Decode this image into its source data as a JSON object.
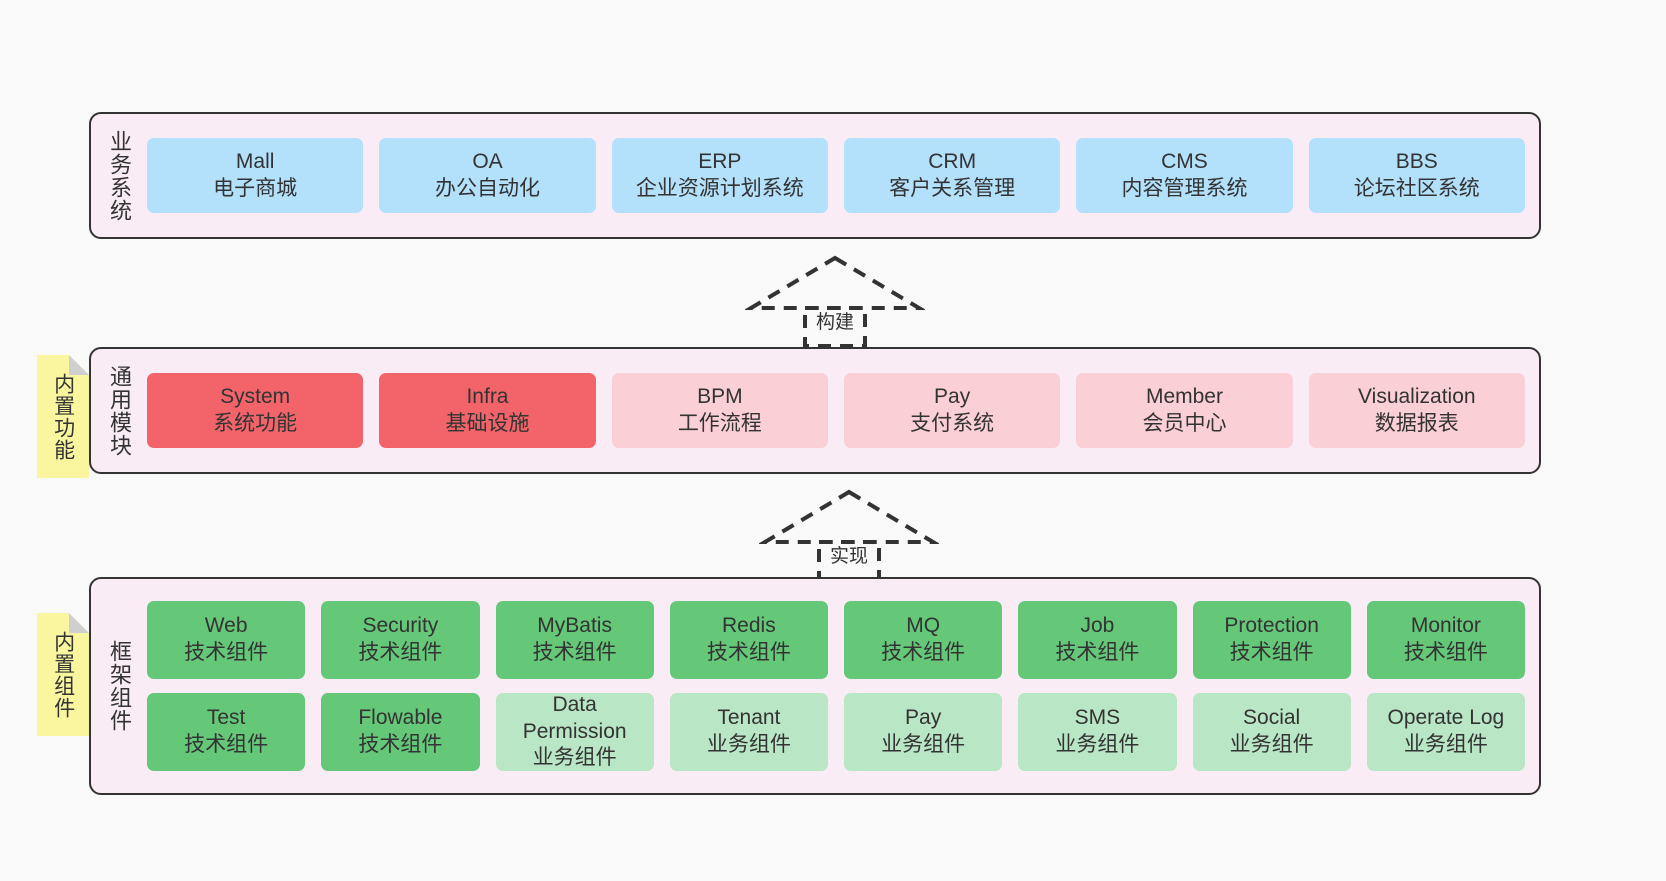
{
  "diagram": {
    "background_color": "#f9f9f9",
    "layer_fill": "#f9ecf5",
    "layer_border": "#333333",
    "note_fill": "#faf6a0"
  },
  "layers": [
    {
      "id": "business",
      "title": "业务系统",
      "rows": [
        {
          "nodes": [
            {
              "name": "Mall",
              "sub": "电子商城",
              "color": "#b3e0fb",
              "style": "n-blue"
            },
            {
              "name": "OA",
              "sub": "办公自动化",
              "color": "#b3e0fb",
              "style": "n-blue"
            },
            {
              "name": "ERP",
              "sub": "企业资源计划系统",
              "color": "#b3e0fb",
              "style": "n-blue"
            },
            {
              "name": "CRM",
              "sub": "客户关系管理",
              "color": "#b3e0fb",
              "style": "n-blue"
            },
            {
              "name": "CMS",
              "sub": "内容管理系统",
              "color": "#b3e0fb",
              "style": "n-blue"
            },
            {
              "name": "BBS",
              "sub": "论坛社区系统",
              "color": "#b3e0fb",
              "style": "n-blue"
            }
          ]
        }
      ]
    },
    {
      "id": "common",
      "title": "通用模块",
      "note": "内置功能",
      "rows": [
        {
          "nodes": [
            {
              "name": "System",
              "sub": "系统功能",
              "color": "#f2646a",
              "style": "n-red"
            },
            {
              "name": "Infra",
              "sub": "基础设施",
              "color": "#f2646a",
              "style": "n-red"
            },
            {
              "name": "BPM",
              "sub": "工作流程",
              "color": "#fbcfd6",
              "style": "n-pink"
            },
            {
              "name": "Pay",
              "sub": "支付系统",
              "color": "#fbcfd6",
              "style": "n-pink"
            },
            {
              "name": "Member",
              "sub": "会员中心",
              "color": "#fbcfd6",
              "style": "n-pink"
            },
            {
              "name": "Visualization",
              "sub": "数据报表",
              "color": "#fbcfd6",
              "style": "n-pink"
            }
          ]
        }
      ]
    },
    {
      "id": "framework",
      "title": "框架组件",
      "note": "内置组件",
      "rows": [
        {
          "nodes": [
            {
              "name": "Web",
              "sub": "技术组件",
              "color": "#64c878",
              "style": "n-green"
            },
            {
              "name": "Security",
              "sub": "技术组件",
              "color": "#64c878",
              "style": "n-green"
            },
            {
              "name": "MyBatis",
              "sub": "技术组件",
              "color": "#64c878",
              "style": "n-green"
            },
            {
              "name": "Redis",
              "sub": "技术组件",
              "color": "#64c878",
              "style": "n-green"
            },
            {
              "name": "MQ",
              "sub": "技术组件",
              "color": "#64c878",
              "style": "n-green"
            },
            {
              "name": "Job",
              "sub": "技术组件",
              "color": "#64c878",
              "style": "n-green"
            },
            {
              "name": "Protection",
              "sub": "技术组件",
              "color": "#64c878",
              "style": "n-green"
            },
            {
              "name": "Monitor",
              "sub": "技术组件",
              "color": "#64c878",
              "style": "n-green"
            }
          ]
        },
        {
          "nodes": [
            {
              "name": "Test",
              "sub": "技术组件",
              "color": "#64c878",
              "style": "n-green"
            },
            {
              "name": "Flowable",
              "sub": "技术组件",
              "color": "#64c878",
              "style": "n-green"
            },
            {
              "name": "Data Permission",
              "sub": "业务组件",
              "color": "#b9e6c4",
              "style": "n-lightgreen"
            },
            {
              "name": "Tenant",
              "sub": "业务组件",
              "color": "#b9e6c4",
              "style": "n-lightgreen"
            },
            {
              "name": "Pay",
              "sub": "业务组件",
              "color": "#b9e6c4",
              "style": "n-lightgreen"
            },
            {
              "name": "SMS",
              "sub": "业务组件",
              "color": "#b9e6c4",
              "style": "n-lightgreen"
            },
            {
              "name": "Social",
              "sub": "业务组件",
              "color": "#b9e6c4",
              "style": "n-lightgreen"
            },
            {
              "name": "Operate Log",
              "sub": "业务组件",
              "color": "#b9e6c4",
              "style": "n-lightgreen"
            }
          ]
        }
      ]
    }
  ],
  "arrows": [
    {
      "id": "build",
      "label": "构建",
      "style": "dashed-hollow-triangle",
      "direction": "up"
    },
    {
      "id": "realize",
      "label": "实现",
      "style": "dashed-hollow-triangle",
      "direction": "up"
    }
  ],
  "notes": [
    {
      "id": "functions",
      "text": "内置功能"
    },
    {
      "id": "components",
      "text": "内置组件"
    }
  ]
}
